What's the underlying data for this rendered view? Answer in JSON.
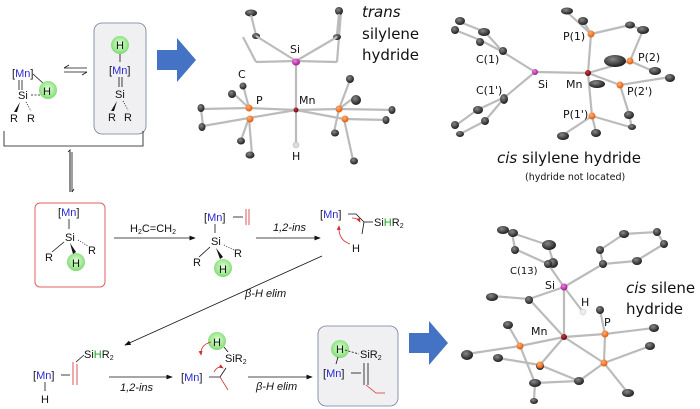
{
  "scheme": {
    "top_left": {
      "left_structure": {
        "metal": "[Mn]",
        "silicon": "Si",
        "hydride": "H",
        "substituents": [
          "R",
          "R"
        ]
      },
      "equilibrium_symbol": "⇌",
      "right_structure": {
        "metal": "[Mn]",
        "silicon": "Si",
        "hydride": "H",
        "substituents": [
          "R",
          "R"
        ]
      }
    },
    "silane_complex": {
      "metal": "[Mn]",
      "silicon": "Si",
      "hydride": "H",
      "substituents": [
        "R",
        "R"
      ]
    },
    "step1": {
      "reagent": "H2C=CH2",
      "reagent_parts": [
        "H",
        "2",
        "C=CH",
        "2"
      ]
    },
    "olefin_complex": {
      "metal": "[Mn]",
      "silicon": "Si",
      "hydride": "H",
      "substituents": [
        "R",
        "R"
      ]
    },
    "step2": {
      "label": "1,2-ins"
    },
    "alkyl_complex": {
      "metal": "[Mn]",
      "hydrogen": "H",
      "silyl": [
        "Si",
        "H",
        "R",
        "2"
      ]
    },
    "step3": {
      "label": "β-H elim"
    },
    "vinylsilane_hydride": {
      "metal": "[Mn]",
      "hydride": "H",
      "silyl": [
        "Si",
        "H",
        "R",
        "2"
      ]
    },
    "step4": {
      "label": "1,2-ins"
    },
    "silyl_alkyl": {
      "metal": "[Mn]",
      "hydride": "H",
      "silyl": [
        "SiR",
        "2"
      ]
    },
    "step5": {
      "label": "β-H elim"
    },
    "silene_hydride": {
      "metal": "[Mn]",
      "hydride": "H",
      "silyl": [
        "SiR",
        "2"
      ]
    }
  },
  "structures": {
    "trans": {
      "title_italic": "trans",
      "title_lines": [
        "silylene",
        "hydride"
      ],
      "atoms": {
        "si": "Si",
        "c": "C",
        "p": "P",
        "mn": "Mn",
        "h": "H"
      }
    },
    "cis_silylene": {
      "title_italic": "cis",
      "title_rest": " silylene hydride",
      "note": "(hydride not located)",
      "atoms": {
        "p1": "P(1)",
        "p2": "P(2)",
        "c1": "C(1)",
        "c1p": "C(1')",
        "si": "Si",
        "mn": "Mn",
        "p2p": "P(2')",
        "p1p": "P(1')"
      }
    },
    "cis_silene": {
      "title_italic": "cis",
      "title_rest": " silene",
      "title_line2": "hydride",
      "atoms": {
        "c13": "C(13)",
        "si": "Si",
        "h": "H",
        "mn": "Mn",
        "p": "P"
      }
    }
  },
  "colors": {
    "arrow_blue": "#4472c4",
    "mn_blue": "#2a2ad0",
    "h_green": "#1aa51a",
    "h_ball": "#a8ec9c",
    "box_red": "#e06060",
    "box_gray": "#f0f0f2",
    "olefin_red": "#d03030"
  }
}
